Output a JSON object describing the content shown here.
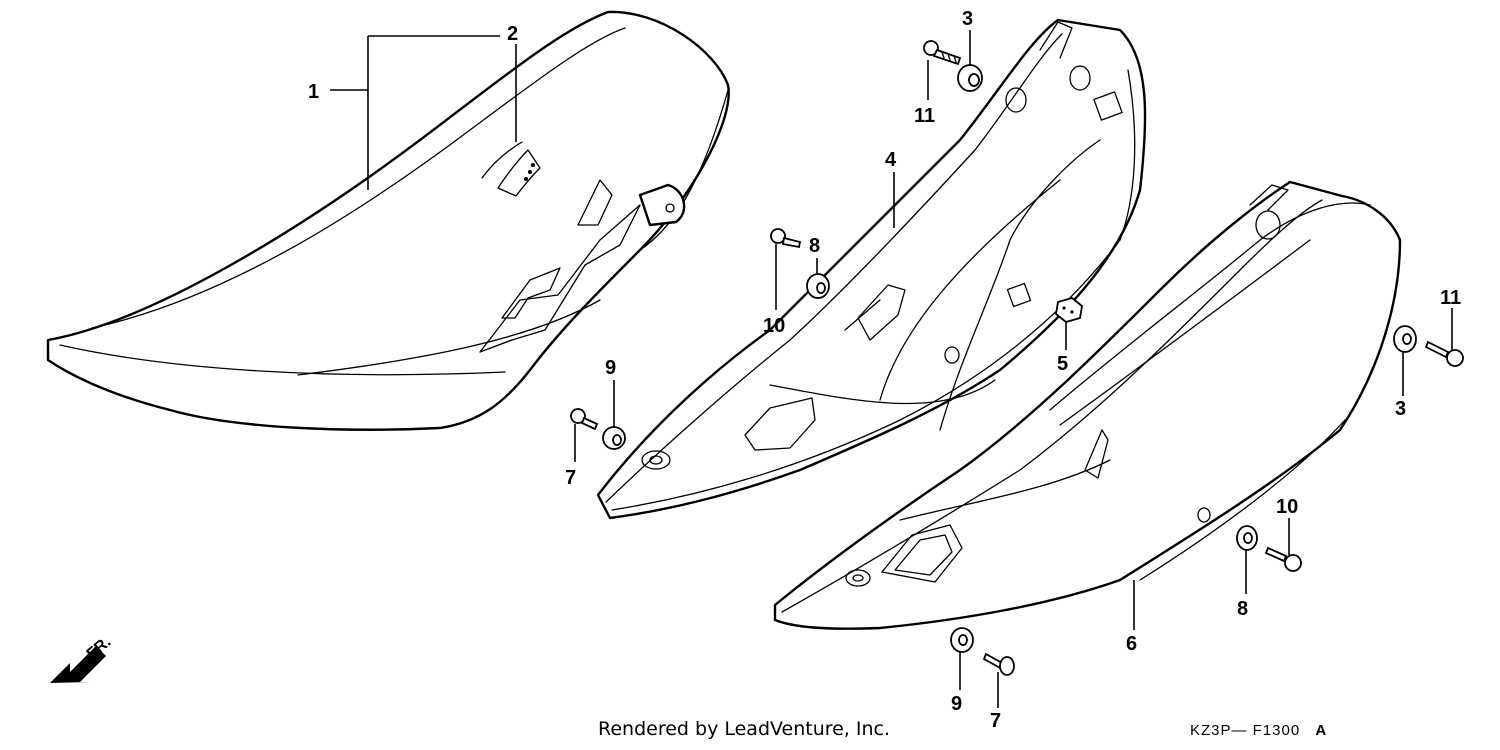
{
  "diagram": {
    "callouts": [
      {
        "id": "c1",
        "text": "1"
      },
      {
        "id": "c2",
        "text": "2"
      },
      {
        "id": "c3a",
        "text": "3"
      },
      {
        "id": "c3b",
        "text": "3"
      },
      {
        "id": "c4",
        "text": "4"
      },
      {
        "id": "c5",
        "text": "5"
      },
      {
        "id": "c6",
        "text": "6"
      },
      {
        "id": "c7a",
        "text": "7"
      },
      {
        "id": "c7b",
        "text": "7"
      },
      {
        "id": "c8a",
        "text": "8"
      },
      {
        "id": "c8b",
        "text": "8"
      },
      {
        "id": "c9a",
        "text": "9"
      },
      {
        "id": "c9b",
        "text": "9"
      },
      {
        "id": "c10a",
        "text": "10"
      },
      {
        "id": "c10b",
        "text": "10"
      },
      {
        "id": "c11a",
        "text": "11"
      },
      {
        "id": "c11b",
        "text": "11"
      }
    ],
    "direction_label": "FR.",
    "credit": "Rendered by LeadVenture, Inc.",
    "diagram_code": "KZ3P— F1300",
    "diagram_code_suffix": "A"
  }
}
